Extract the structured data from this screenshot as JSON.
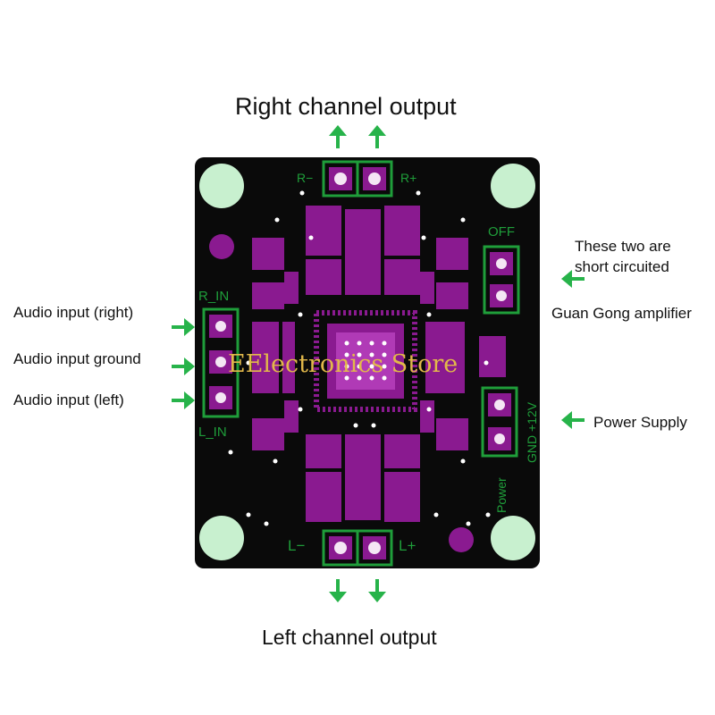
{
  "labels": {
    "top_title": "Right channel output",
    "bottom_title": "Left channel output",
    "audio_in_right": "Audio input (right)",
    "audio_in_ground": "Audio input ground",
    "audio_in_left": "Audio input (left)",
    "short_note_line1": "These two are",
    "short_note_line2": "short circuited",
    "guan_gong": "Guan Gong amplifier",
    "power_supply": "Power Supply"
  },
  "silkscreen": {
    "r_minus": "R−",
    "r_plus": "R+",
    "l_minus": "L−",
    "l_plus": "L+",
    "r_in": "R_IN",
    "l_in": "L_IN",
    "off": "OFF",
    "power_pins": "GND +12V",
    "power_word": "Power"
  },
  "watermark": "EElectronics Store",
  "colors": {
    "board": "#0a0a0a",
    "pad": "#8a1a90",
    "silk": "#1f9e3a",
    "hole": "#c8f0cf",
    "arrow": "#27b34a"
  }
}
